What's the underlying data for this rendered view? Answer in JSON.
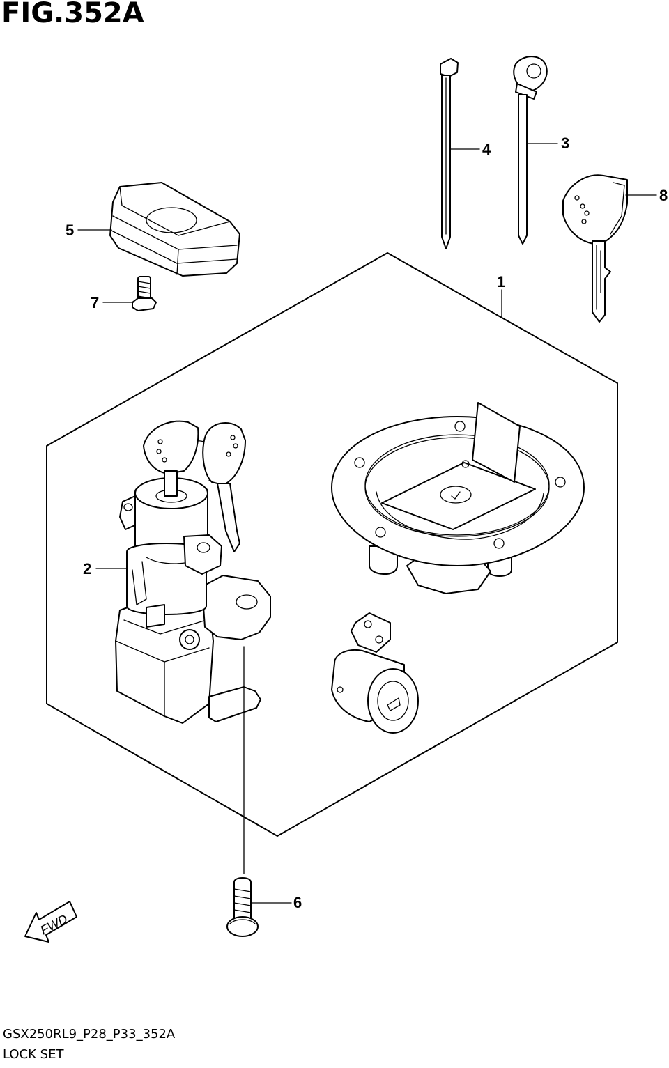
{
  "figure": {
    "title": "FIG.352A",
    "model_code": "GSX250RL9_P28_P33_352A",
    "name": "LOCK SET"
  },
  "callouts": {
    "c1": "1",
    "c2": "2",
    "c3": "3",
    "c4": "4",
    "c5": "5",
    "c6": "6",
    "c7": "7",
    "c8": "8"
  },
  "direction_arrow": {
    "label": "FWD"
  }
}
